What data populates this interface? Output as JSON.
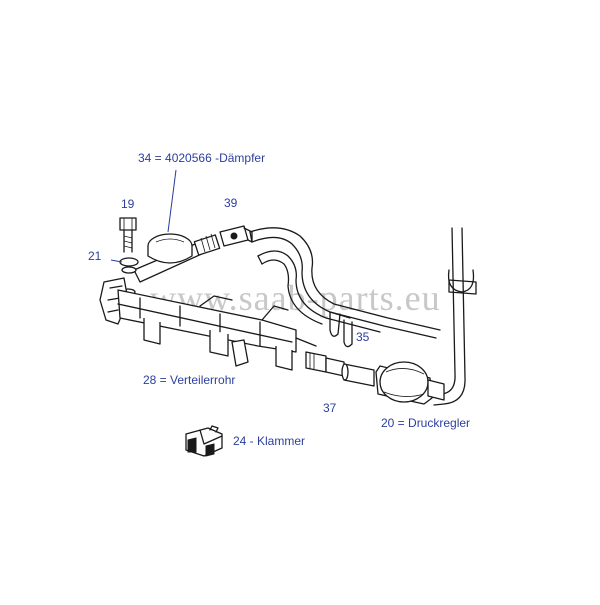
{
  "labels": {
    "l34": "34 =  4020566 -Dämpfer",
    "l19": "19",
    "l39": "39",
    "l21": "21",
    "l35": "35",
    "l28": "28 = Verteilerrohr",
    "l37": "37",
    "l20": "20 = Druckregler",
    "l24": "24 - Klammer"
  },
  "watermark": "www.saab-parts.eu",
  "colors": {
    "label": "#2b3f9e",
    "line": "#1a1a1a",
    "watermark": "#c8c8c8"
  }
}
